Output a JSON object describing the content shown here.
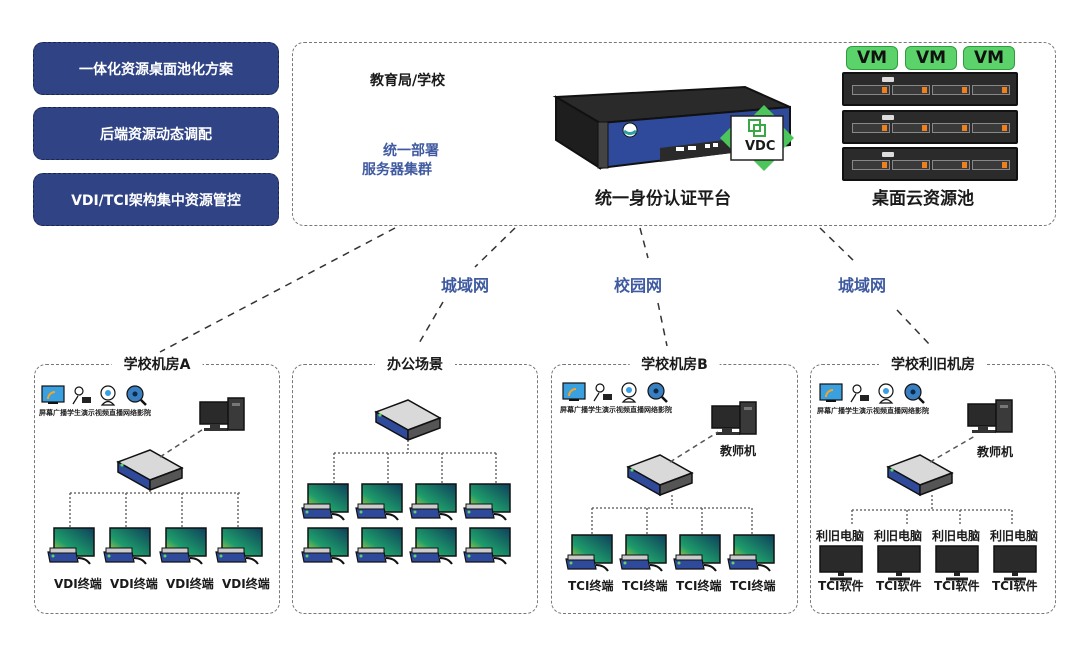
{
  "features": [
    "一体化资源桌面池化方案",
    "后端资源动态调配",
    "VDI/TCI架构集中资源管控"
  ],
  "top": {
    "org_label": "教育局/学校",
    "deploy_label_line1": "统一部署",
    "deploy_label_line2": "服务器集群",
    "auth_platform_label": "统一身份认证平台",
    "vdc_badge": "VDC",
    "pool_label": "桌面云资源池",
    "vm_badges": [
      "VM",
      "VM",
      "VM"
    ]
  },
  "networks": [
    "城域网",
    "校园网",
    "城域网"
  ],
  "common_icons": [
    {
      "icon": "screen-broadcast-icon",
      "label": "屏幕广播"
    },
    {
      "icon": "student-demo-icon",
      "label": "学生演示"
    },
    {
      "icon": "video-live-icon",
      "label": "视频直播"
    },
    {
      "icon": "network-cinema-icon",
      "label": "网络影院"
    }
  ],
  "sites": {
    "lab_a": {
      "title": "学校机房A",
      "terminals": [
        "VDI终端",
        "VDI终端",
        "VDI终端",
        "VDI终端"
      ]
    },
    "office": {
      "title": "办公场景"
    },
    "lab_b": {
      "title": "学校机房B",
      "teacher_label": "教师机",
      "terminals": [
        "TCI终端",
        "TCI终端",
        "TCI终端",
        "TCI终端"
      ]
    },
    "legacy": {
      "title": "学校利旧机房",
      "teacher_label": "教师机",
      "pc_labels": [
        "利旧电脑",
        "利旧电脑",
        "利旧电脑",
        "利旧电脑"
      ],
      "software_labels": [
        "TCI软件",
        "TCI软件",
        "TCI软件",
        "TCI软件"
      ]
    }
  },
  "colors": {
    "feature_bg": "#2f4385",
    "accent_blue": "#3f5aa0",
    "vm_green": "#5bd36a",
    "rack_orange": "#f07f1e"
  }
}
